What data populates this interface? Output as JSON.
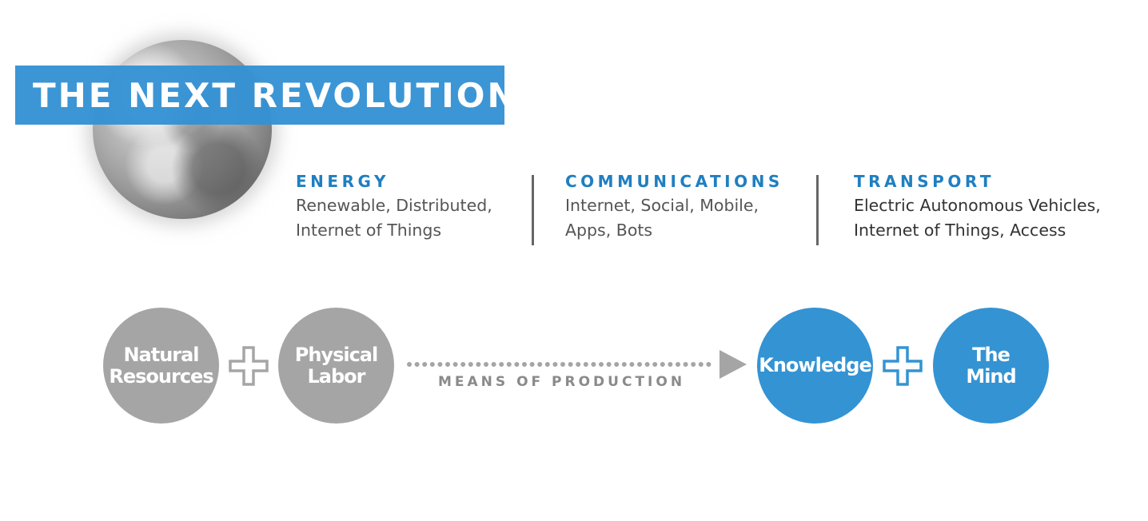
{
  "title": "THE NEXT REVOLUTION",
  "columns": [
    {
      "heading": "ENERGY",
      "line1": "Renewable, Distributed,",
      "line2": "Internet of Things"
    },
    {
      "heading": "COMMUNICATIONS",
      "line1": "Internet, Social, Mobile,",
      "line2": "Apps, Bots"
    },
    {
      "heading": "TRANSPORT",
      "line1": "Electric Autonomous Vehicles,",
      "line2": "Internet of Things, Access"
    }
  ],
  "left_group": {
    "circle1": {
      "line1": "Natural",
      "line2": "Resources"
    },
    "circle2": {
      "line1": "Physical",
      "line2": "Labor"
    }
  },
  "right_group": {
    "circle1": {
      "line1": "Knowledge",
      "line2": ""
    },
    "circle2": {
      "line1": "The",
      "line2": "Mind"
    }
  },
  "arrow_label": "MEANS OF PRODUCTION",
  "colors": {
    "accent_blue": "#3493d3",
    "heading_blue": "#1f7fc1",
    "grey": "#a5a5a5"
  }
}
